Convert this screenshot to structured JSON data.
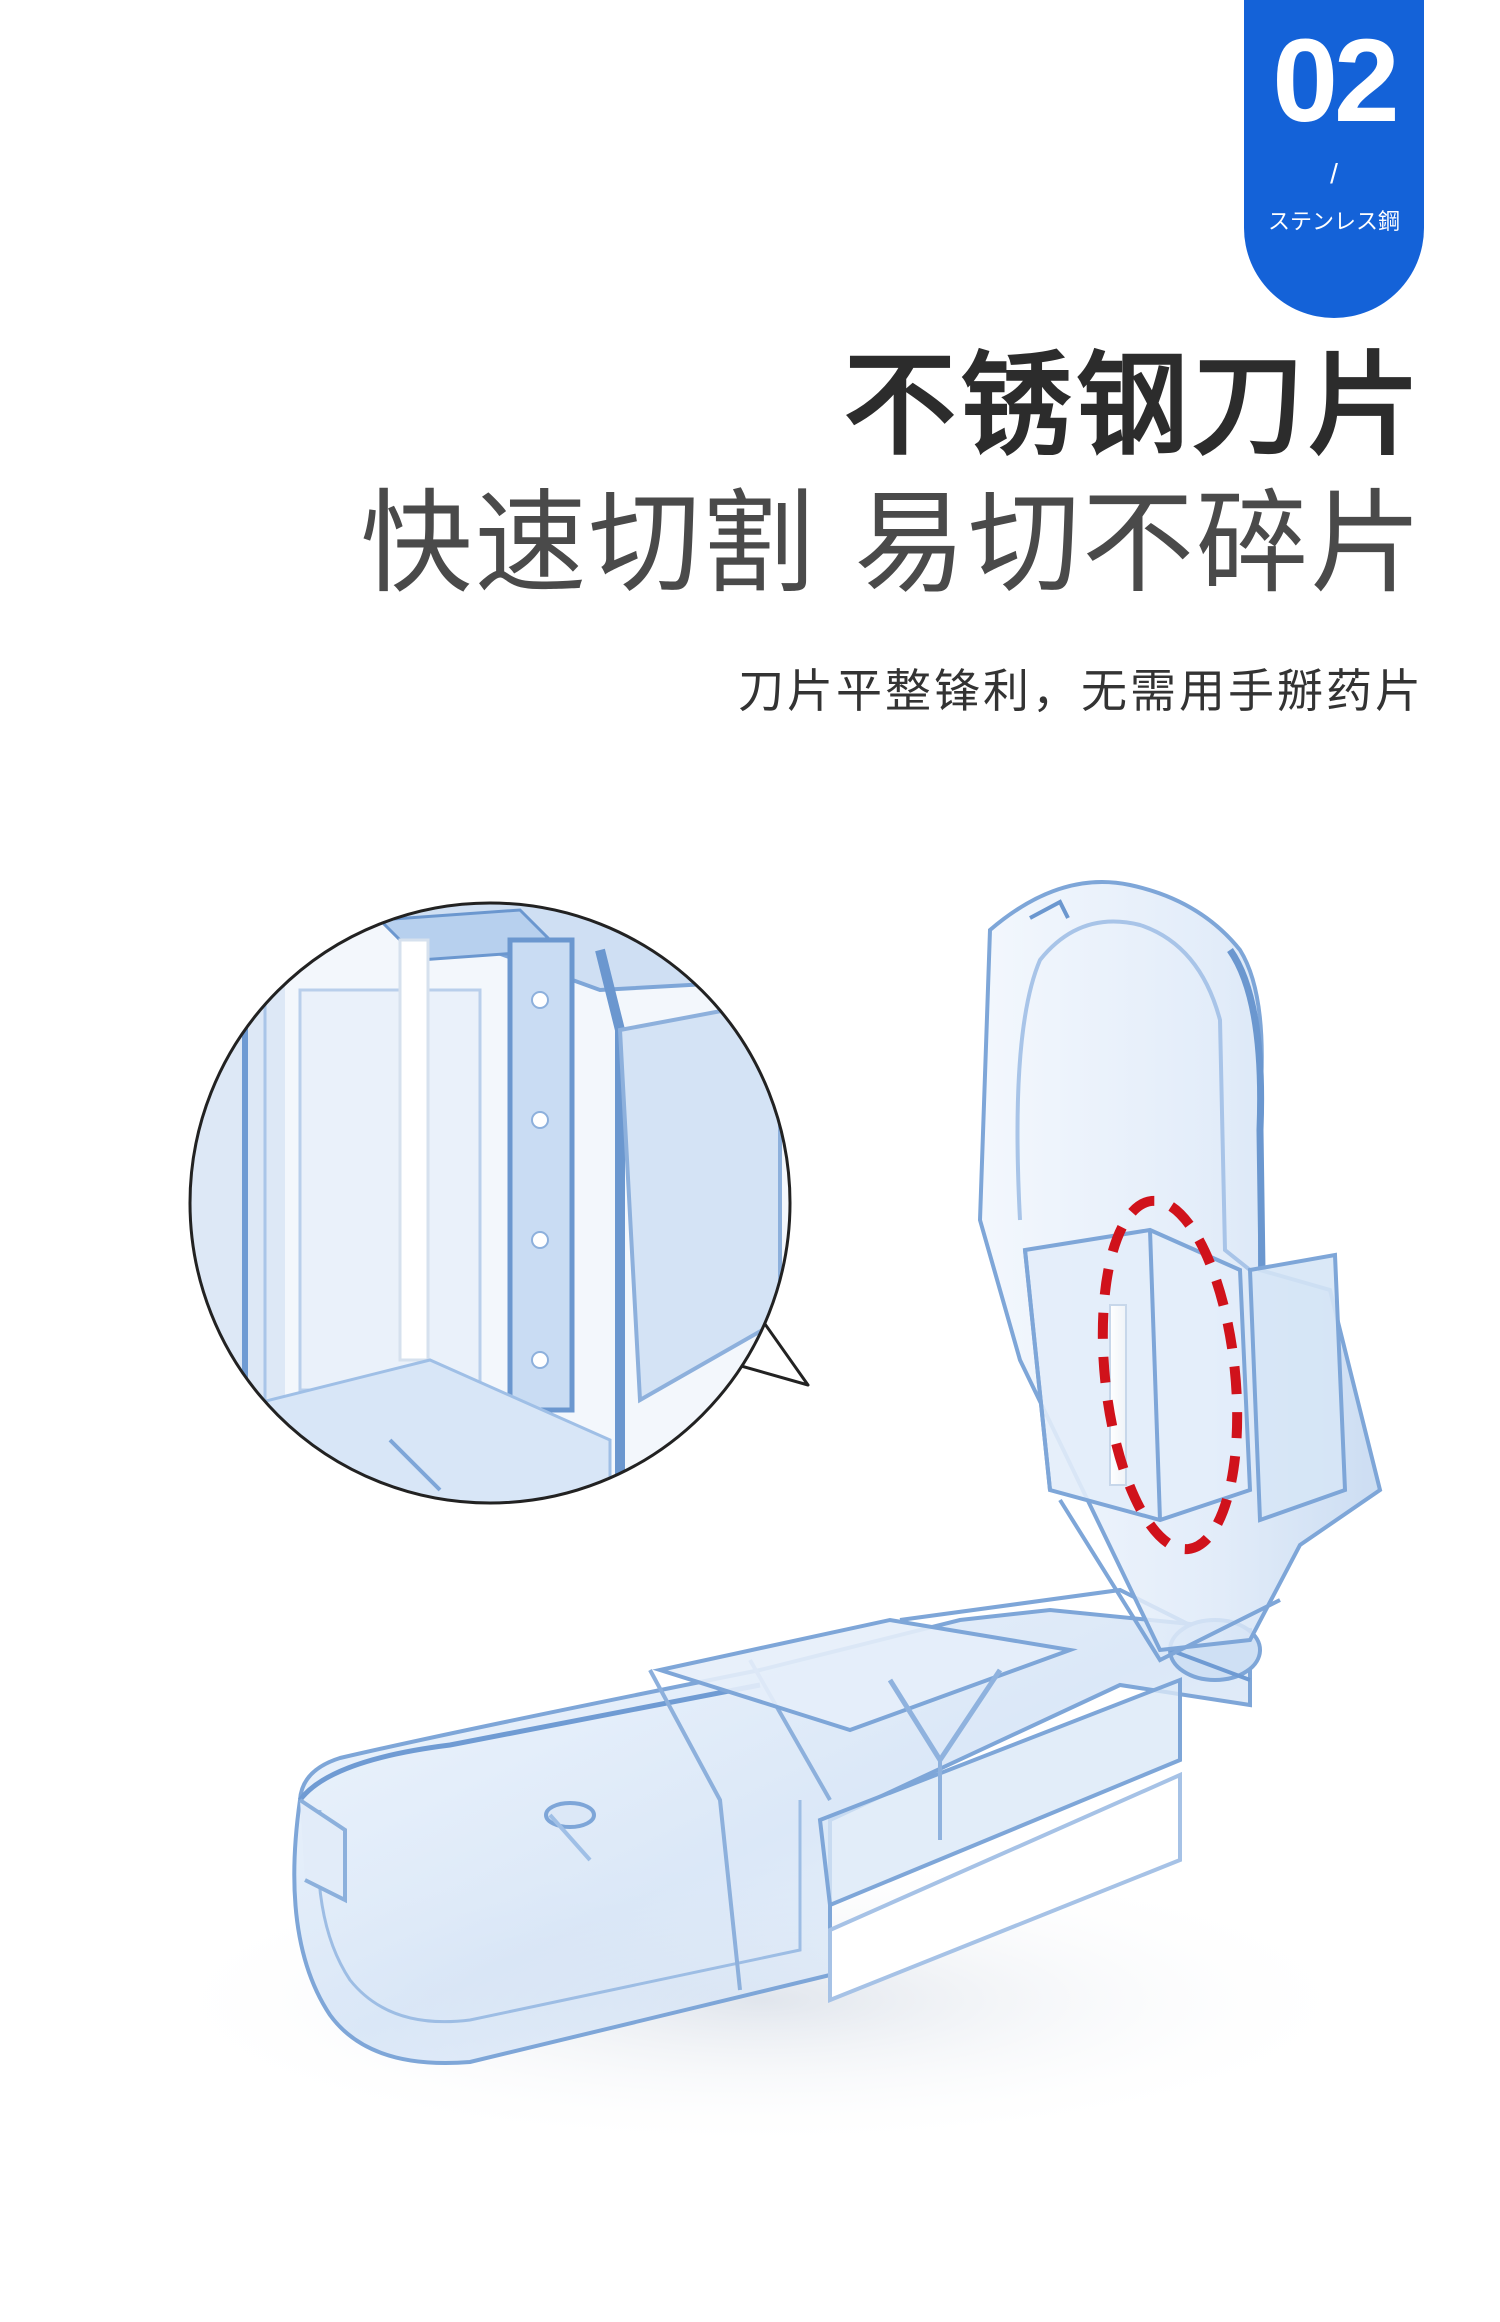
{
  "badge": {
    "number": "02",
    "slash": "/",
    "subtitle": "ステンレス鋼"
  },
  "headline": {
    "title": "不锈钢刀片",
    "subtitle": "快速切割 易切不碎片",
    "tagline": "刀片平整锋利，无需用手掰药片"
  },
  "colors": {
    "badge": "#1462d8",
    "title": "#2c2c2c",
    "highlight_ring": "#d0121b",
    "plastic": "#8fb4e2"
  },
  "icons": {
    "zoom_callout": "magnifier-callout-circle",
    "highlight": "dashed-red-ellipse"
  }
}
